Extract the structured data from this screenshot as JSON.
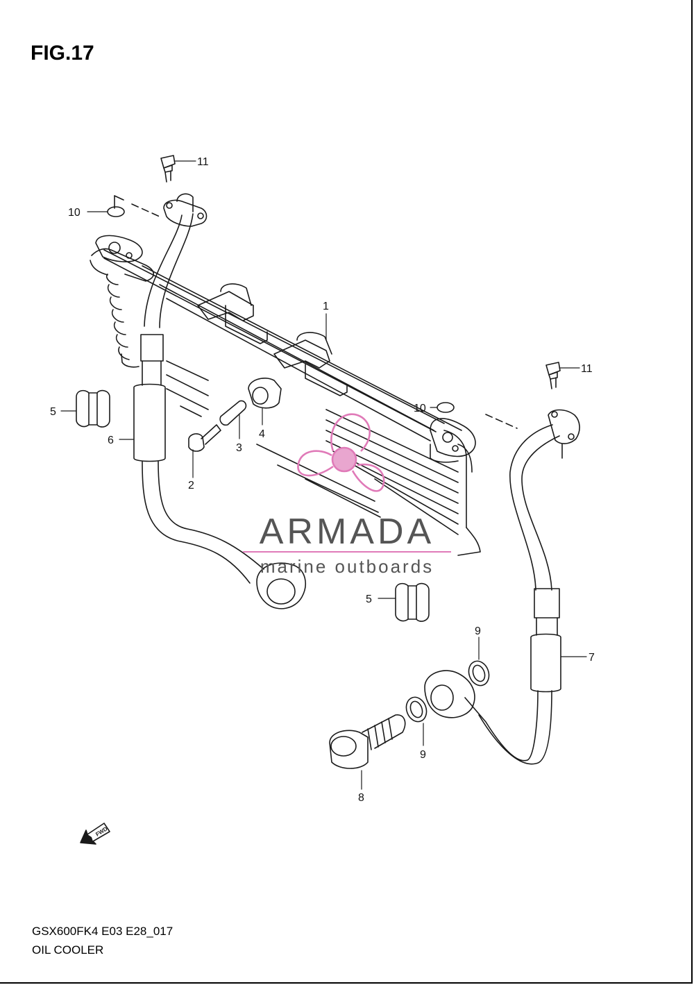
{
  "figure": {
    "title": "FIG.17",
    "model_code": "GSX600FK4 E03 E28_017",
    "name": "OIL COOLER"
  },
  "callouts": [
    {
      "id": "c1",
      "label": "1"
    },
    {
      "id": "c2",
      "label": "2"
    },
    {
      "id": "c3",
      "label": "3"
    },
    {
      "id": "c4",
      "label": "4"
    },
    {
      "id": "c5a",
      "label": "5"
    },
    {
      "id": "c5b",
      "label": "5"
    },
    {
      "id": "c6",
      "label": "6"
    },
    {
      "id": "c7",
      "label": "7"
    },
    {
      "id": "c8",
      "label": "8"
    },
    {
      "id": "c9a",
      "label": "9"
    },
    {
      "id": "c9b",
      "label": "9"
    },
    {
      "id": "c10a",
      "label": "10"
    },
    {
      "id": "c10b",
      "label": "10"
    },
    {
      "id": "c11a",
      "label": "11"
    },
    {
      "id": "c11b",
      "label": "11"
    }
  ],
  "watermark": {
    "brand": "ARMADA",
    "tagline": "marine outboards",
    "color": "#e07ab8"
  },
  "fwd_label": "FWD",
  "colors": {
    "line": "#1a1a1a",
    "watermark_gray": "#555555",
    "watermark_pink": "#e07ab8"
  }
}
